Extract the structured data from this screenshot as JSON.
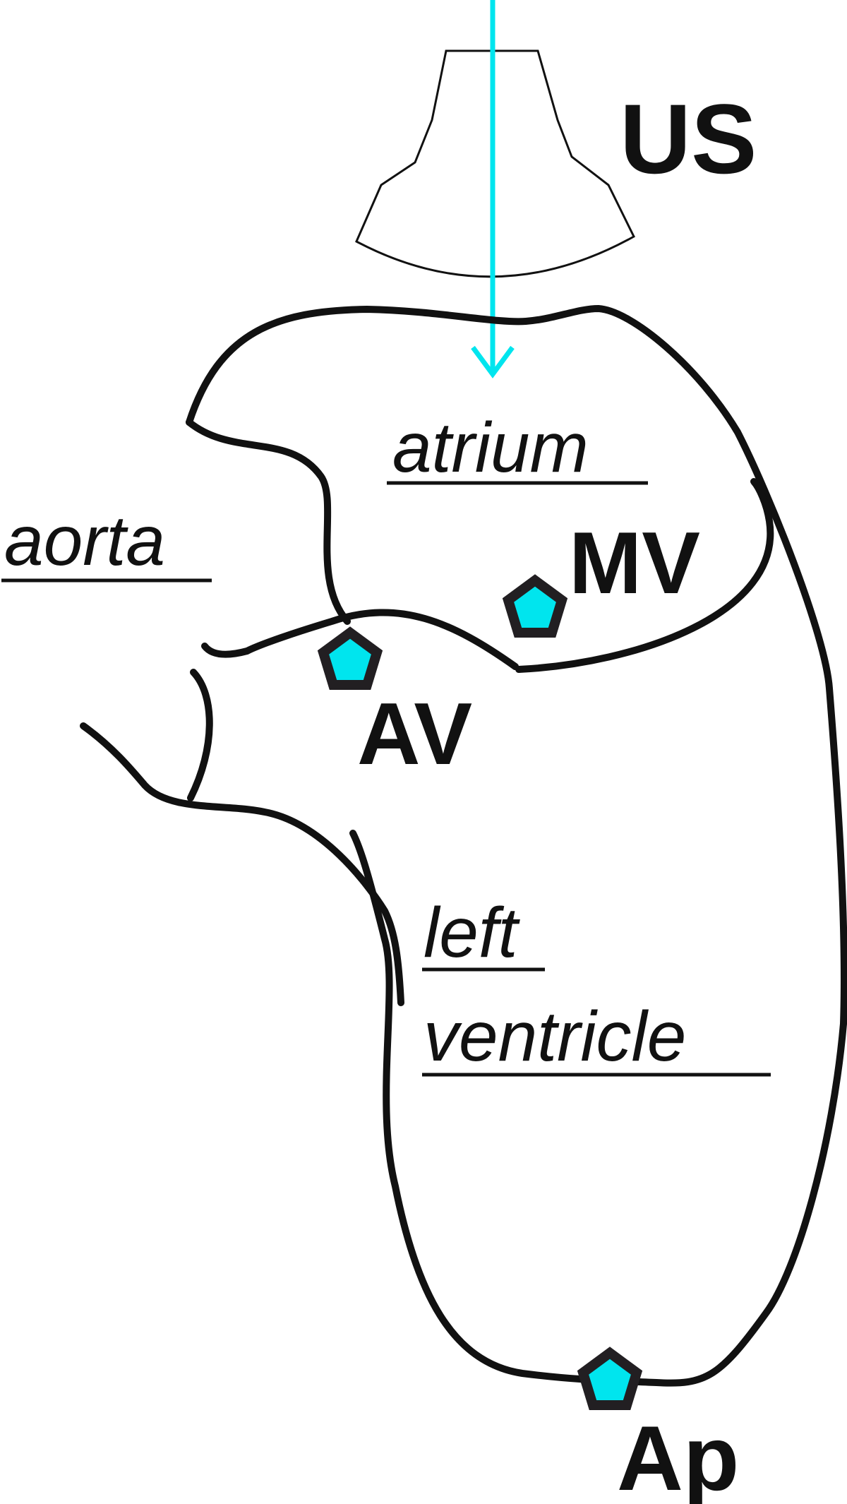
{
  "labels": {
    "probe": "US",
    "atrium": "atrium",
    "aorta": "aorta",
    "mitral_valve": "MV",
    "aortic_valve": "AV",
    "left_ventricle_line1": "left",
    "left_ventricle_line2": "ventricle",
    "apex": "Ap"
  },
  "colors": {
    "outline": "#111111",
    "beam": "#00e5ee",
    "marker_fill": "#00e5ee",
    "marker_stroke": "#221f22",
    "background": "#ffffff"
  },
  "icons": {
    "probe": "ultrasound-transducer-icon",
    "beam": "down-arrow-icon",
    "marker": "pentagon-marker-icon"
  }
}
